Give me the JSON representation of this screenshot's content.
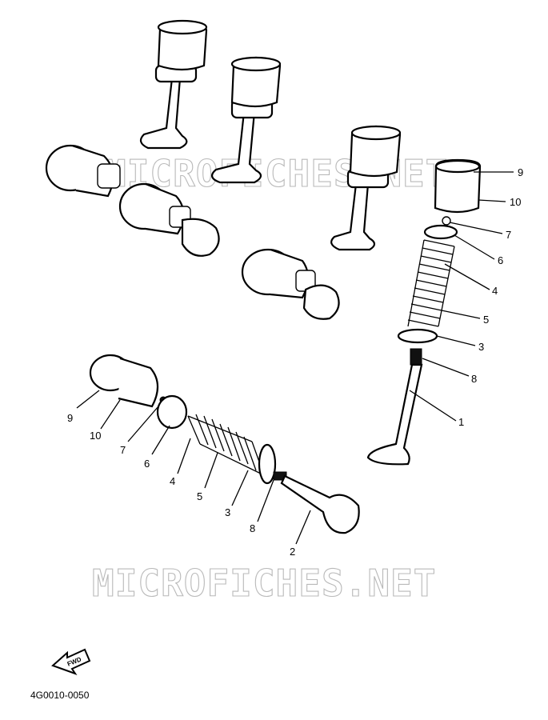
{
  "watermark": "MICROFICHES.NET",
  "diagram_code": "4G0010-0050",
  "fwd_label": "FWD",
  "callouts_right": [
    "9",
    "10",
    "7",
    "6",
    "4",
    "5",
    "3",
    "8",
    "1"
  ],
  "callouts_lower": [
    "9",
    "10",
    "7",
    "6",
    "4",
    "5",
    "3",
    "8",
    "2"
  ],
  "icons": {
    "forward_arrow": "forward-arrow-icon"
  }
}
